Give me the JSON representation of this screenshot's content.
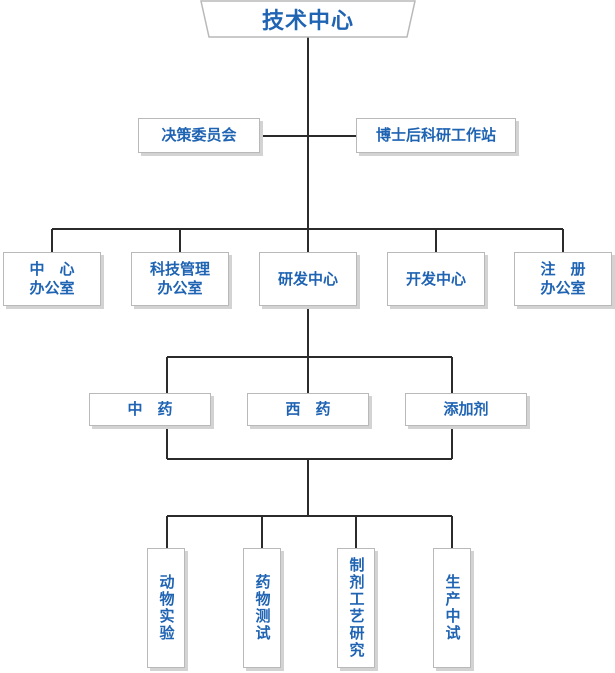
{
  "title": "技术中心",
  "advisory": {
    "left": "决策委员会",
    "right": "博士后科研工作站"
  },
  "departments": [
    "中　心\n办公室",
    "科技管理\n办公室",
    "研发中心",
    "开发中心",
    "注　册\n办公室"
  ],
  "divisions": [
    "中　药",
    "西　药",
    "添加剂"
  ],
  "units": [
    "动物实验",
    "药物测试",
    "制剂工艺研究",
    "生产中试"
  ],
  "colors": {
    "text": "#1f63b3",
    "lines": "#2b2b2b",
    "border": "#b9b9b9",
    "shadow": "#d3d3d3"
  }
}
